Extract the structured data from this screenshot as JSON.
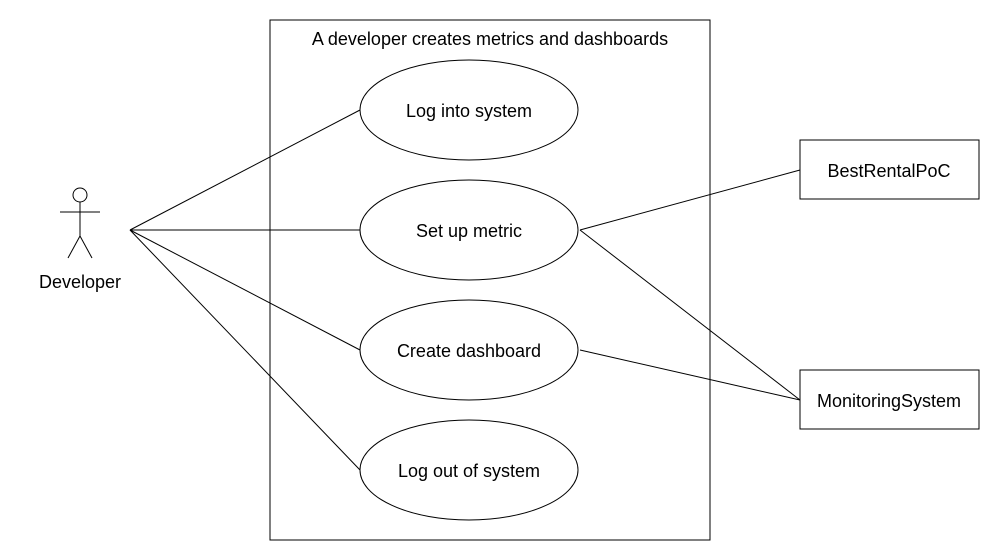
{
  "system": {
    "title": "A developer creates metrics and dashboards"
  },
  "actors": {
    "developer": "Developer"
  },
  "use_cases": [
    "Log into system",
    "Set up metric",
    "Create dashboard",
    "Log out of system"
  ],
  "external_systems": [
    "BestRentalPoC",
    "MonitoringSystem"
  ]
}
